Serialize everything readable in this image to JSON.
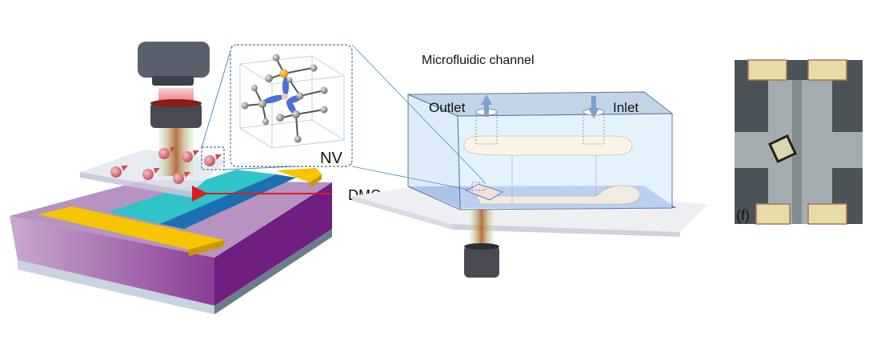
{
  "labels": {
    "nv": "NV",
    "dmc": "DMC",
    "microfluidic_channel": "Microfluidic channel",
    "outlet": "Outlet",
    "inlet": "Inlet",
    "panel_f": "(f)"
  },
  "colors": {
    "substrate_purple": "#7a2a8a",
    "substrate_top": "#b08ab8",
    "gold_electrode": "#f2c200",
    "channel_cyan": "#2ec4c8",
    "channel_blue": "#1c6fb0",
    "arrow_red": "#e01b1b",
    "chamber_fill": "#dbeefa",
    "chamber_floor": "#5b78d8",
    "objective_dark": "#4a4a52",
    "spin_pink": "#d9707a"
  }
}
